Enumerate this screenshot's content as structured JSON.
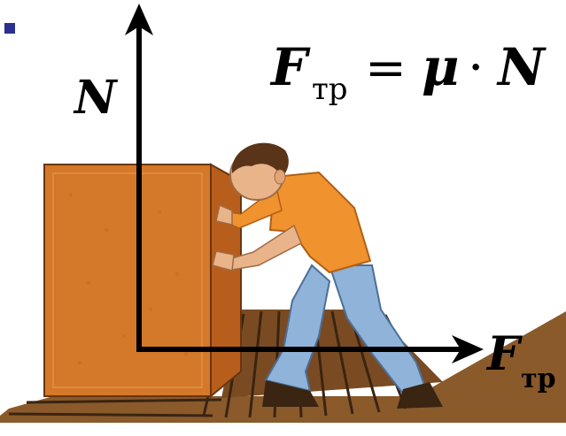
{
  "bullet": {
    "color": "#2b2f8f"
  },
  "formula": {
    "force": "F",
    "sub": "тр",
    "equals": "=",
    "mu": "μ",
    "dot": "·",
    "normal": "N"
  },
  "vectors": {
    "normal_label": "N",
    "friction_label": "F",
    "friction_sub": "тр"
  },
  "colors": {
    "crate": "#d4782a",
    "crate_side": "#b85e1c",
    "floor": "#8a5a2b",
    "floor_lines": "#3a2412",
    "shirt": "#f0922e",
    "jeans": "#8fb3d9",
    "skin": "#e9b48a",
    "hair": "#5a3418",
    "arrow": "#000000"
  },
  "icons": [
    "bullet-square-icon",
    "person-pushing-icon",
    "crate-icon"
  ]
}
